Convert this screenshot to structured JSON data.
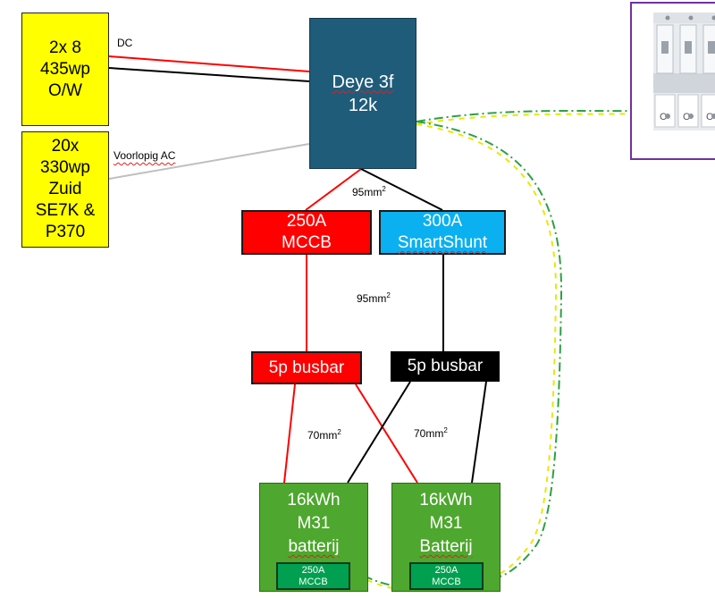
{
  "panels": {
    "dc_array": [
      "2x 8",
      "435wp",
      "O/W"
    ],
    "ac_array": [
      "20x",
      "330wp",
      "Zuid",
      "SE7K &",
      "P370"
    ]
  },
  "inverter": [
    "Deye 3f",
    "12k"
  ],
  "protection": {
    "mccb": [
      "250A",
      "MCCB"
    ],
    "shunt": [
      "300A",
      "SmartShunt"
    ]
  },
  "busbars": {
    "positive": "5p busbar",
    "negative": "5p busbar"
  },
  "batteries": [
    {
      "lines": [
        "16kWh",
        "M31",
        "batterij"
      ],
      "breaker": [
        "250A",
        "MCCB"
      ]
    },
    {
      "lines": [
        "16kWh",
        "M31",
        "Batterij"
      ],
      "breaker": [
        "250A",
        "MCCB"
      ]
    }
  ],
  "labels": {
    "dc": "DC",
    "ac_provisional": "Voorlopig AC",
    "cable_95_top": {
      "value": "95mm",
      "exp": "2"
    },
    "cable_95_mid": {
      "value": "95mm",
      "exp": "2"
    },
    "cable_70_left": {
      "value": "70mm",
      "exp": "2"
    },
    "cable_70_right": {
      "value": "70mm",
      "exp": "2"
    }
  },
  "colors": {
    "positive_wire": "#ff0000",
    "negative_wire": "#000000",
    "ac_wire": "#bfbfbf",
    "earth_green": "#2ea043",
    "earth_yellow": "#e8e800",
    "photo_border": "#7030a0"
  }
}
